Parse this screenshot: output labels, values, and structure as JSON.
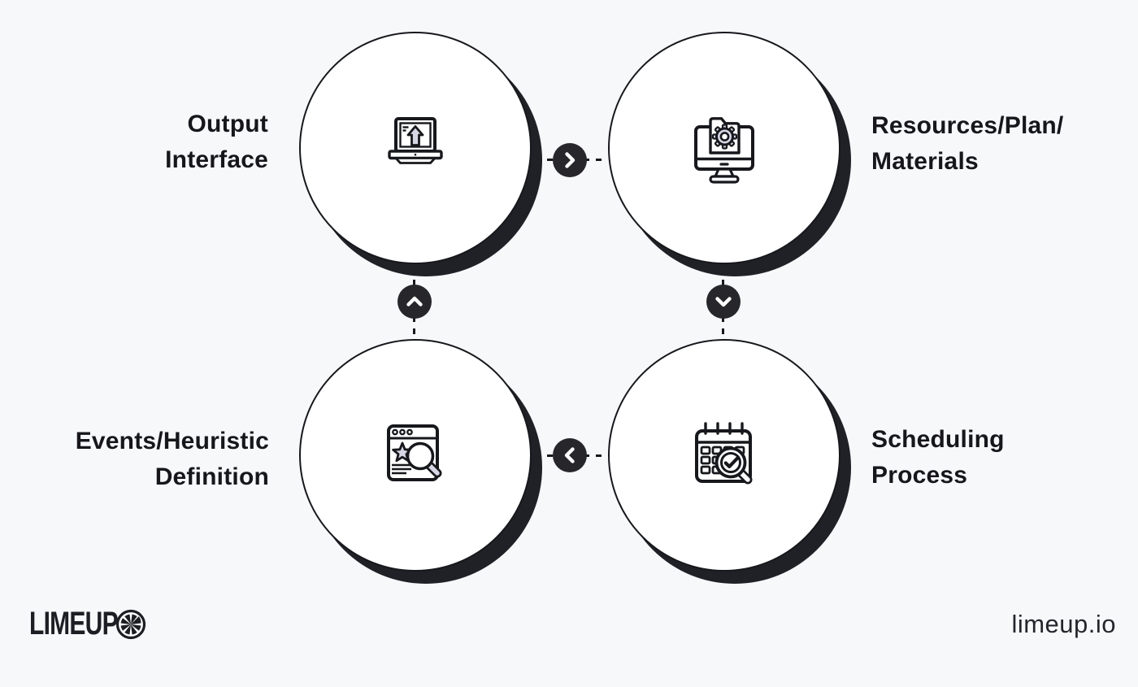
{
  "page": {
    "background_color": "#f7f8fa",
    "accent_fill_color": "#d6d6e5",
    "stroke_color": "#17181c",
    "shadow_color": "#202127",
    "badge_color": "#26262b"
  },
  "brand": {
    "logo_text": "LIMEUP",
    "logo_icon": "lime-slice-icon",
    "website": "limeup.io"
  },
  "nodes": [
    {
      "id": "output-interface",
      "label_line1": "Output",
      "label_line2": "Interface",
      "icon": "laptop-upload-icon",
      "label_side": "left"
    },
    {
      "id": "resources-plan-materials",
      "label_line1": "Resources/Plan/",
      "label_line2": "Materials",
      "icon": "monitor-gear-folder-icon",
      "label_side": "right"
    },
    {
      "id": "events-heuristic-definition",
      "label_line1": "Events/Heuristic",
      "label_line2": "Definition",
      "icon": "browser-search-star-icon",
      "label_side": "left"
    },
    {
      "id": "scheduling-process",
      "label_line1": "Scheduling",
      "label_line2": "Process",
      "icon": "calendar-check-search-icon",
      "label_side": "right"
    }
  ],
  "connectors": [
    {
      "from": "output-interface",
      "to": "resources-plan-materials",
      "icon": "chevron-right-icon"
    },
    {
      "from": "resources-plan-materials",
      "to": "scheduling-process",
      "icon": "chevron-down-icon"
    },
    {
      "from": "scheduling-process",
      "to": "events-heuristic-definition",
      "icon": "chevron-left-icon"
    },
    {
      "from": "events-heuristic-definition",
      "to": "output-interface",
      "icon": "chevron-up-icon"
    }
  ]
}
